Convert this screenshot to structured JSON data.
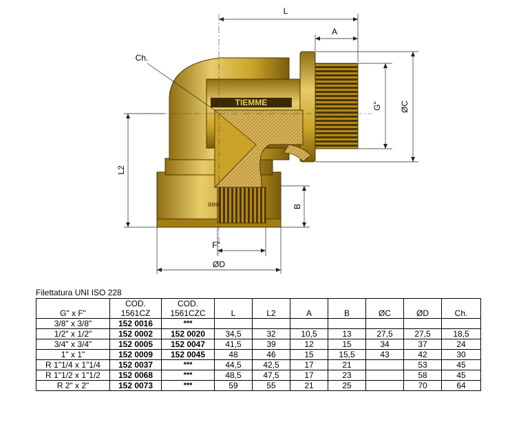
{
  "drawing": {
    "dimension_labels": {
      "L": "L",
      "A": "A",
      "G": "G\"",
      "C": "ØC",
      "L2": "L2",
      "B": "B",
      "F": "F\"",
      "D": "ØD",
      "Ch": "Ch."
    },
    "brand_mark": "TIEMME",
    "colors": {
      "brass": "#c9a227",
      "brass_dark": "#8f6f12",
      "brass_light": "#e7cc6a",
      "section": "#d7b25a"
    }
  },
  "caption": "Filettatura UNI ISO 228",
  "table": {
    "headers": {
      "size_top": "",
      "size": "G\" x F\"",
      "cz_top": "COD.",
      "cz": "1561CZ",
      "czc_top": "COD.",
      "czc": "1561CZC",
      "L": "L",
      "L2": "L2",
      "A": "A",
      "B": "B",
      "C": "ØC",
      "D": "ØD",
      "Ch": "Ch."
    },
    "rows": [
      {
        "size": "3/8\" x 3/8\"",
        "cz": "152 0016",
        "czc": "***",
        "L": "",
        "L2": "",
        "A": "",
        "B": "",
        "C": "",
        "D": "",
        "Ch": ""
      },
      {
        "size": "1/2\" x 1/2\"",
        "cz": "152 0002",
        "czc": "152 0020",
        "L": "34,5",
        "L2": "32",
        "A": "10,5",
        "B": "13",
        "C": "27,5",
        "D": "27,5",
        "Ch": "18,5"
      },
      {
        "size": "3/4\" x 3/4\"",
        "cz": "152 0005",
        "czc": "152 0047",
        "L": "41,5",
        "L2": "39",
        "A": "12",
        "B": "15",
        "C": "34",
        "D": "37",
        "Ch": "24"
      },
      {
        "size": "1\" x 1\"",
        "cz": "152 0009",
        "czc": "152 0045",
        "L": "48",
        "L2": "46",
        "A": "15",
        "B": "15,5",
        "C": "43",
        "D": "42",
        "Ch": "30"
      },
      {
        "size": "R 1\"1/4 x 1\"1/4",
        "cz": "152 0037",
        "czc": "***",
        "L": "44,5",
        "L2": "42,5",
        "A": "17",
        "B": "21",
        "C": "",
        "D": "53",
        "Ch": "45"
      },
      {
        "size": "R 1\"1/2 x 1\"1/2",
        "cz": "152 0068",
        "czc": "***",
        "L": "48,5",
        "L2": "47,5",
        "A": "17",
        "B": "23",
        "C": "",
        "D": "58",
        "Ch": "45"
      },
      {
        "size": "R 2\" x 2\"",
        "cz": "152 0073",
        "czc": "***",
        "L": "59",
        "L2": "55",
        "A": "21",
        "B": "25",
        "C": "",
        "D": "70",
        "Ch": "64"
      }
    ]
  }
}
